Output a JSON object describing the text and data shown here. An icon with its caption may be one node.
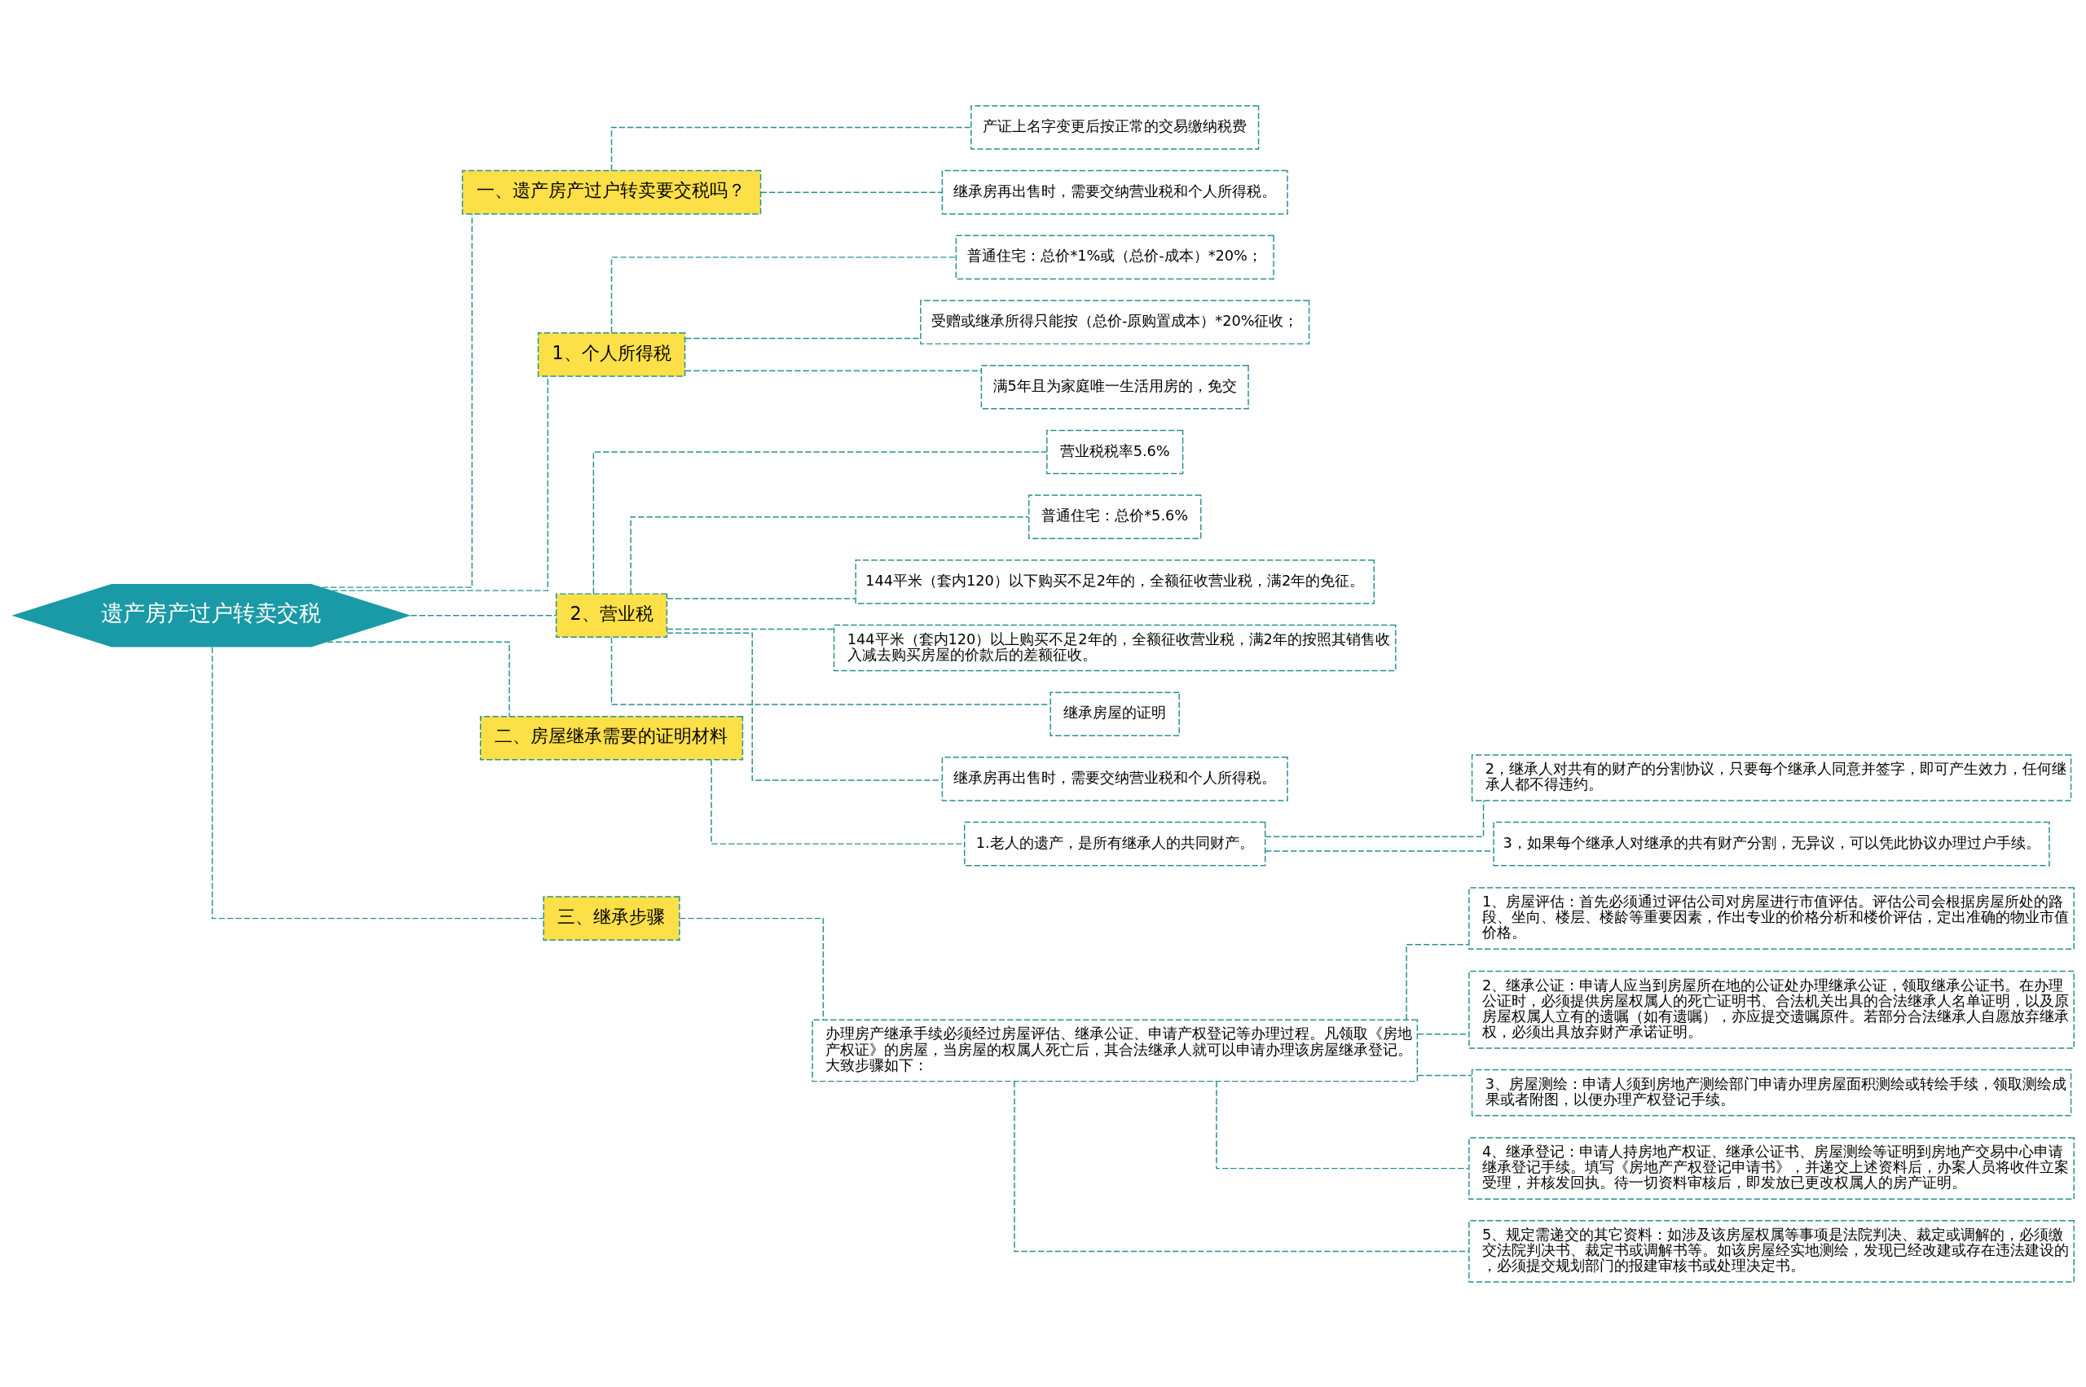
{
  "diagram": {
    "nodes": [
      {
        "text": [
          "遗产房产过户转卖交税"
        ]
      },
      {
        "text": [
          "一、遗产房产过户转卖要交税吗？"
        ]
      },
      {
        "text": [
          "产证上名字变更后按正常的交易缴纳税费"
        ]
      },
      {
        "text": [
          "继承房再出售时，需要交纳营业税和个人所得税。"
        ]
      },
      {
        "text": [
          "1、个人所得税"
        ]
      },
      {
        "text": [
          "普通住宅：总价*1%或（总价-成本）*20%；"
        ]
      },
      {
        "text": [
          "受赠或继承所得只能按（总价-原购置成本）*20%征收；"
        ]
      },
      {
        "text": [
          "满5年且为家庭唯一生活用房的，免交"
        ]
      },
      {
        "text": [
          "2、营业税"
        ]
      },
      {
        "text": [
          "营业税税率5.6%"
        ]
      },
      {
        "text": [
          "普通住宅：总价*5.6%"
        ]
      },
      {
        "text": [
          "144平米（套内120）以下购买不足2年的，全额征收营业税，满2年的免征。"
        ]
      },
      {
        "text": [
          "144平米（套内120）以上购买不足2年的，全额征收营业税，满2年的按照其销售收入减去购买房屋的价款后的差额征收。"
        ]
      },
      {
        "text": [
          "继承房屋的证明"
        ]
      },
      {
        "text": [
          "继承房再出售时，需要交纳营业税和个人所得税。"
        ]
      },
      {
        "text": [
          "二、房屋继承需要的证明材料"
        ]
      },
      {
        "text": [
          "1.老人的遗产，是所有继承人的共同财产。"
        ]
      },
      {
        "text": [
          "2，继承人对共有的财产的分割协议，只要每个继承人同意并签字，即可产生效力，任何继承人都不得违约。"
        ]
      },
      {
        "text": [
          "3，如果每个继承人对继承的共有财产分割，无异议，可以凭此协议办理过户手续。"
        ]
      },
      {
        "text": [
          "三、继承步骤"
        ]
      },
      {
        "text": [
          "办理房产继承手续必须经过房屋评估、继承公证、申请产权登记等办理过程。凡领取《房地产权证》的房屋，当房屋的权属人死亡后，其合法继承人就可以申请办理该房屋继承登记。大致步骤如下："
        ]
      },
      {
        "text": [
          "1、房屋评估：首先必须通过评估公司对房屋进行市值评估。评估公司会根据房屋所处的路段、坐向、楼层、楼龄等重要因素，作出专业的价格分析和楼价评估，定出准确的物业市值价格。"
        ]
      },
      {
        "text": [
          "2、继承公证：申请人应当到房屋所在地的公证处办理继承公证，领取继承公证书。在办理公证时，必须提供房屋权属人的死亡证明书、合法机关出具的合法继承人名单证明，以及原房屋权属人立有的遗嘱（如有遗嘱），亦应提交遗嘱原件。若部分合法继承人自愿放弃继承权，必须出具放弃财产承诺证明。"
        ]
      },
      {
        "text": [
          "3、房屋测绘：申请人须到房地产测绘部门申请办理房屋面积测绘或转绘手续，领取测绘成果或者附图，以便办理产权登记手续。"
        ]
      },
      {
        "text": [
          "4、继承登记：申请人持房地产权证、继承公证书、房屋测绘等证明到房地产交易中心申请继承登记手续。填写《房地产产权登记申请书》，并递交上述资料后，办案人员将收件立案受理，并核发回执。待一切资料审核后，即发放已更改权属人的房产证明。"
        ]
      },
      {
        "text": [
          "5、规定需递交的其它资料：如涉及该房屋权属等事项是法院判决、裁定或调解的，必须缴交法院判决书、裁定书或调解书等。如该房屋经实地测绘，发现已经改建或存在违法建设的，必须提交规划部门的报建审核书或处理决定书。"
        ]
      }
    ],
    "edges": [
      {
        "from": 0,
        "to": 1,
        "arrow": "none",
        "style": "dashed"
      },
      {
        "from": 1,
        "to": 2,
        "arrow": "none",
        "style": "dashed"
      },
      {
        "from": 1,
        "to": 3,
        "arrow": "none",
        "style": "dashed"
      },
      {
        "from": 0,
        "to": 4,
        "arrow": "none",
        "style": "dashed"
      },
      {
        "from": 4,
        "to": 5,
        "arrow": "none",
        "style": "dashed"
      },
      {
        "from": 4,
        "to": 6,
        "arrow": "none",
        "style": "dashed"
      },
      {
        "from": 4,
        "to": 7,
        "arrow": "none",
        "style": "dashed"
      },
      {
        "from": 0,
        "to": 8,
        "arrow": "none",
        "style": "dashed"
      },
      {
        "from": 8,
        "to": 9,
        "arrow": "none",
        "style": "dashed"
      },
      {
        "from": 8,
        "to": 10,
        "arrow": "none",
        "style": "dashed"
      },
      {
        "from": 8,
        "to": 11,
        "arrow": "none",
        "style": "dashed"
      },
      {
        "from": 8,
        "to": 12,
        "arrow": "none",
        "style": "dashed"
      },
      {
        "from": 8,
        "to": 13,
        "arrow": "none",
        "style": "dashed"
      },
      {
        "from": 8,
        "to": 14,
        "arrow": "none",
        "style": "dashed"
      },
      {
        "from": 0,
        "to": 15,
        "arrow": "none",
        "style": "dashed"
      },
      {
        "from": 15,
        "to": 16,
        "arrow": "none",
        "style": "dashed"
      },
      {
        "from": 16,
        "to": 17,
        "arrow": "none",
        "style": "dashed"
      },
      {
        "from": 16,
        "to": 18,
        "arrow": "none",
        "style": "dashed"
      },
      {
        "from": 0,
        "to": 19,
        "arrow": "none",
        "style": "dashed"
      },
      {
        "from": 19,
        "to": 20,
        "arrow": "none",
        "style": "dashed"
      },
      {
        "from": 20,
        "to": 21,
        "arrow": "none",
        "style": "dashed"
      },
      {
        "from": 20,
        "to": 22,
        "arrow": "none",
        "style": "dashed"
      },
      {
        "from": 20,
        "to": 23,
        "arrow": "none",
        "style": "dashed"
      },
      {
        "from": 20,
        "to": 24,
        "arrow": "none",
        "style": "dashed"
      },
      {
        "from": 20,
        "to": 25,
        "arrow": "none",
        "style": "dashed"
      }
    ]
  }
}
